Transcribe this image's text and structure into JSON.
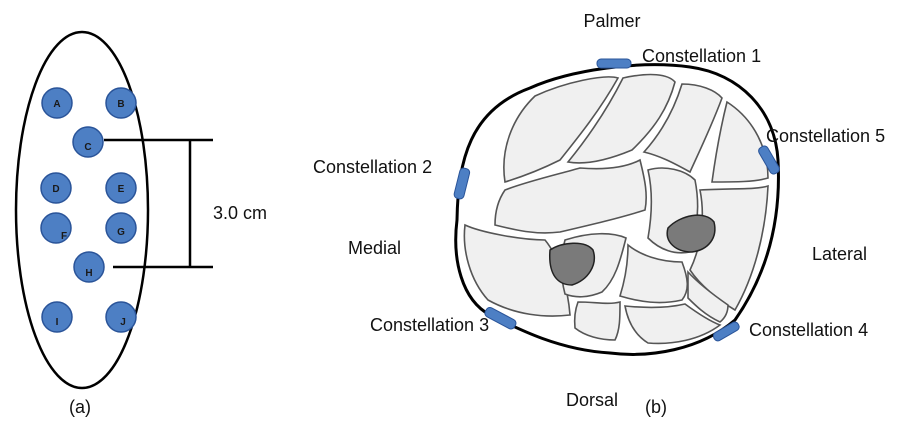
{
  "panel_a": {
    "caption": "(a)",
    "electrodes": [
      "A",
      "B",
      "C",
      "D",
      "E",
      "F",
      "G",
      "H",
      "I",
      "J"
    ],
    "distance_label": "3.0 cm"
  },
  "panel_b": {
    "caption": "(b)",
    "orientation": {
      "top": "Palmer",
      "bottom": "Dorsal",
      "left": "Medial",
      "right": "Lateral"
    },
    "constellations": [
      "Constellation 1",
      "Constellation 2",
      "Constellation 3",
      "Constellation 4",
      "Constellation 5"
    ]
  },
  "colors": {
    "electrode_fill": "#4d7fc4",
    "electrode_stroke": "#2a5499",
    "tissue_fill": "#f0f0f0",
    "bone_fill": "#7a7a7a",
    "outline": "#000000"
  }
}
